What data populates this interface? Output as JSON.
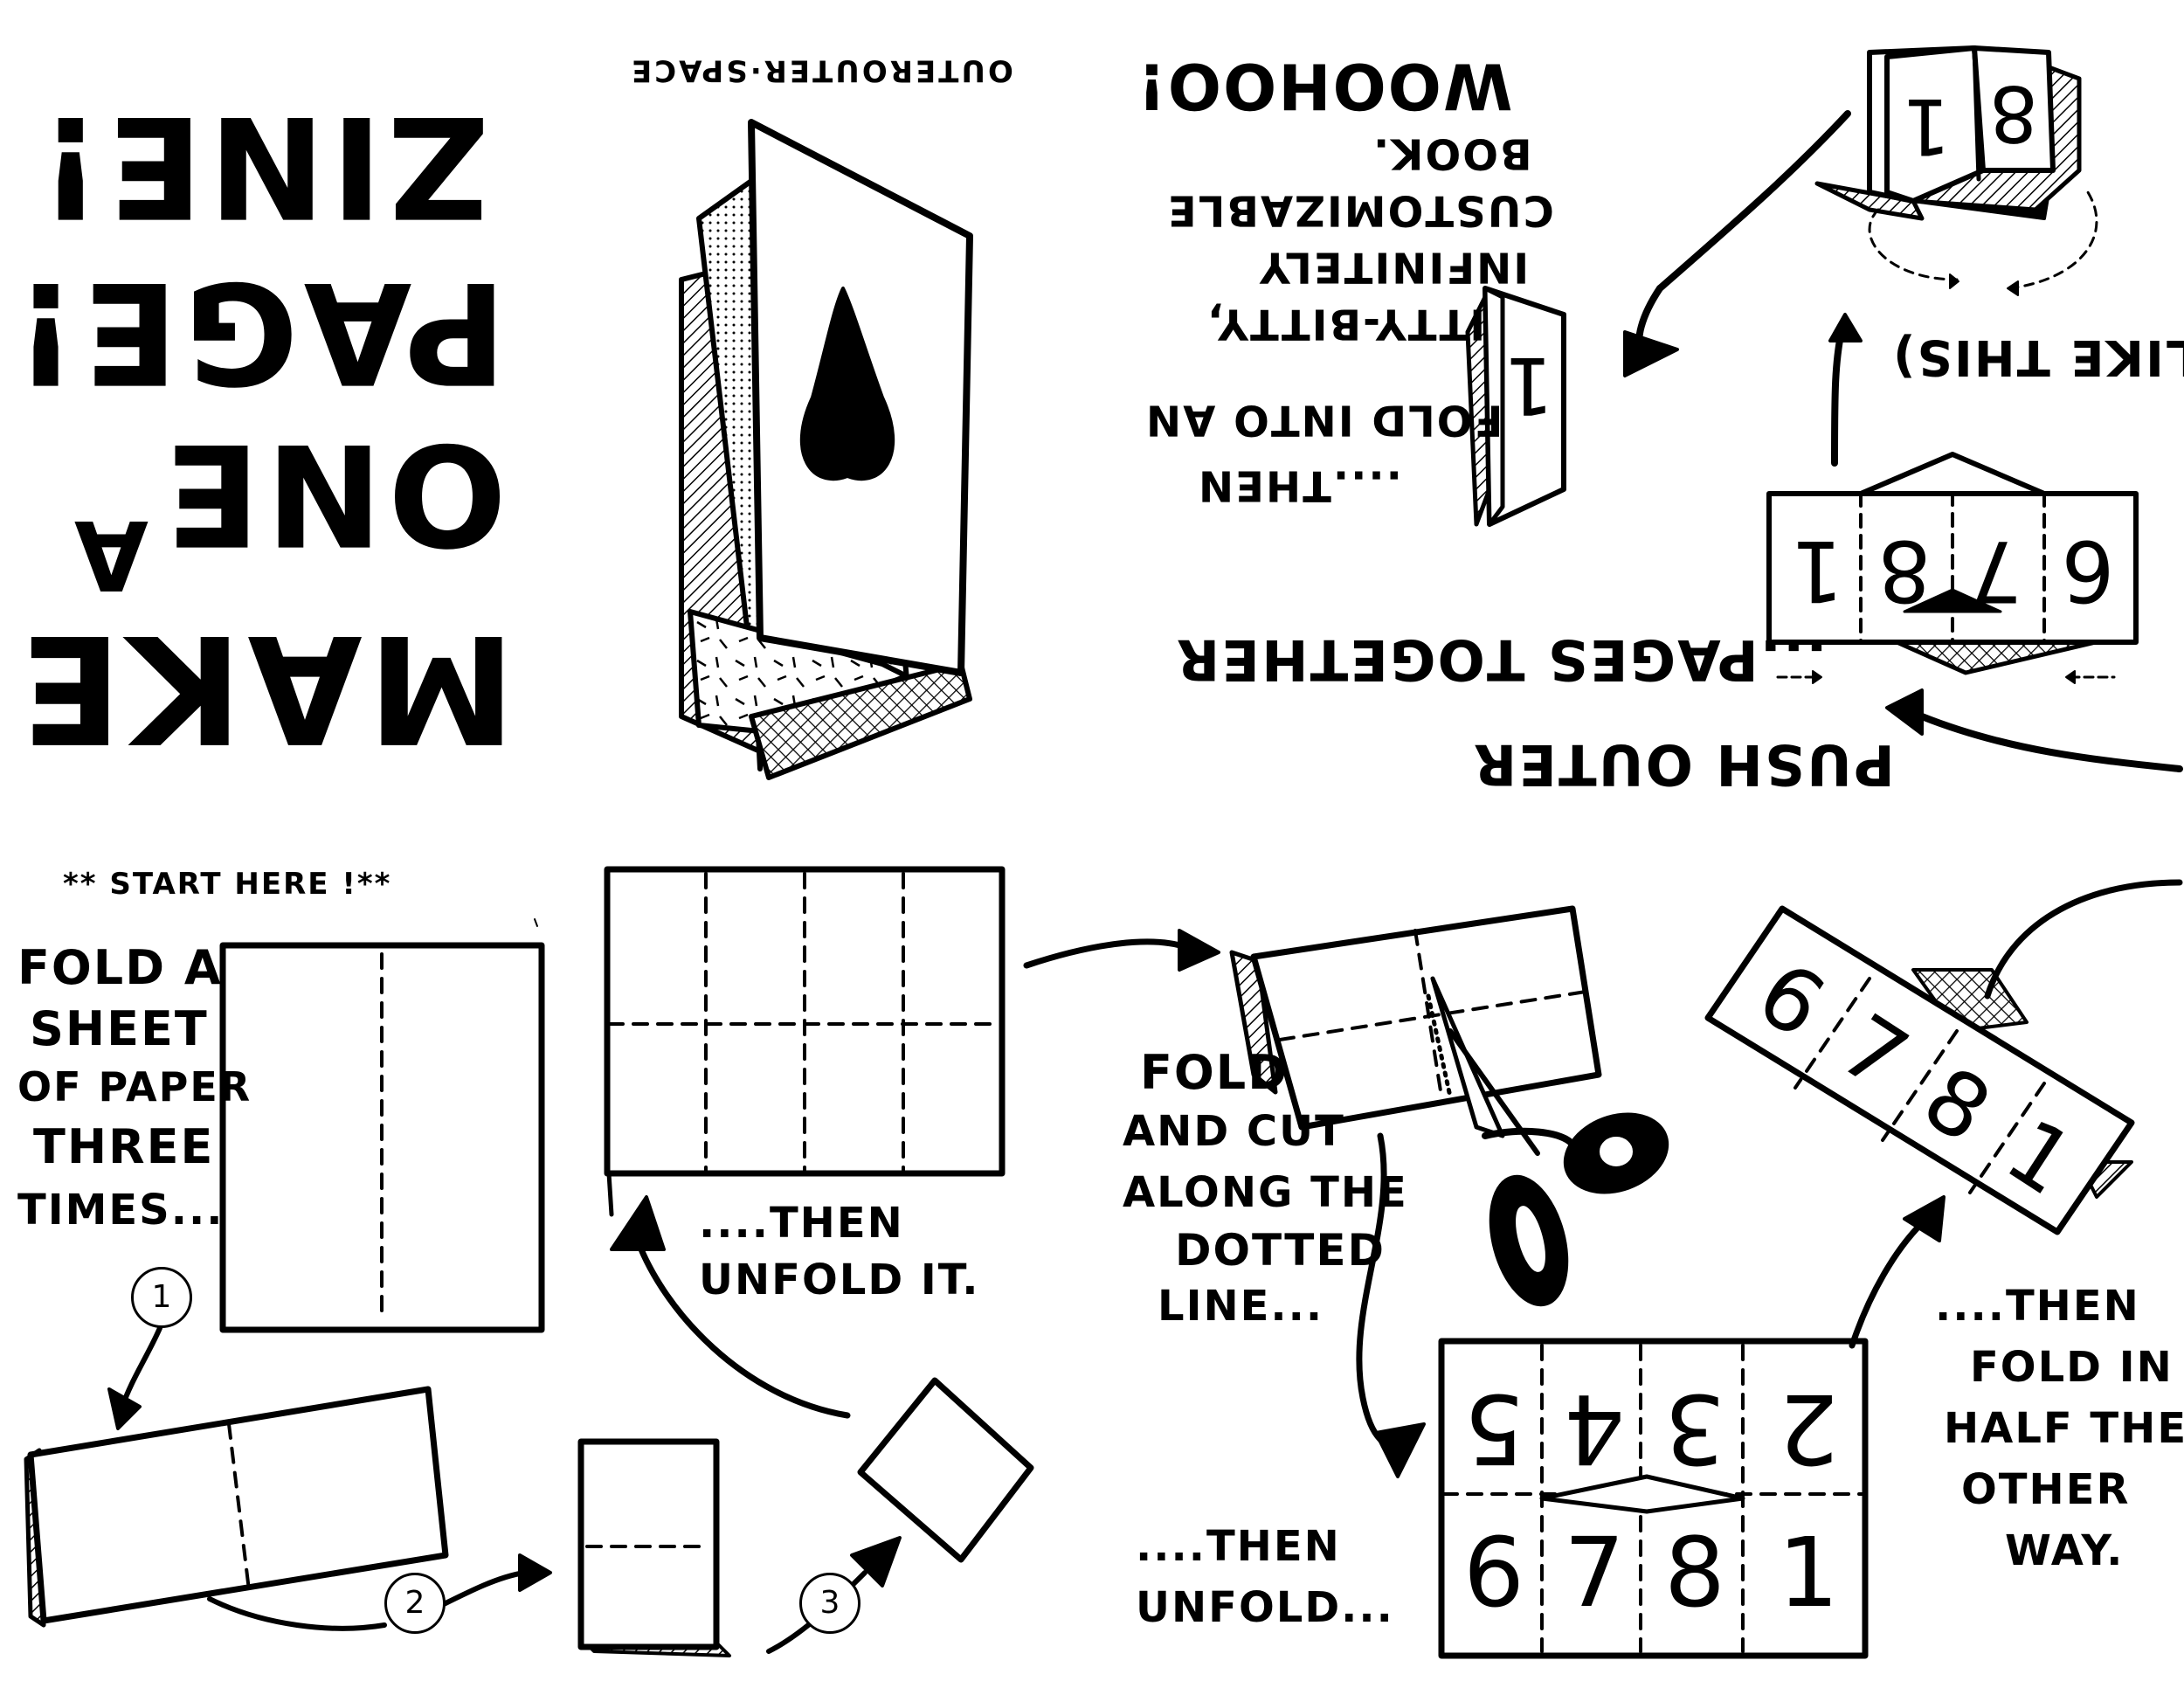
{
  "title": {
    "line1": "MAKE",
    "line2": "A",
    "line3": "ONE",
    "line4": "PAGE!",
    "line5": "ZINE!"
  },
  "brand": "OUTEROUTER·SPACE",
  "top_right": {
    "woohoo": "WOOHOO!",
    "book_line1": "BOOK.",
    "book_line2": "CUSTOMIZABLE",
    "book_line3": "INFINITELY",
    "book_line4": "ITTY-BITTY,",
    "fold_into": "FOLD INTO AN",
    "then": "....THEN",
    "like_this": "(LIKE THIS)",
    "push_line1": "...PAGES TOGETHER",
    "push_line2": "PUSH OUTER"
  },
  "steps": {
    "start_here": "** START HERE !**",
    "fold_sheet": [
      "FOLD A",
      "SHEET",
      "OF PAPER",
      "THREE",
      "TIMES..."
    ],
    "step1": "1",
    "step2": "2",
    "step3": "3",
    "then_unfold_it": [
      "....THEN",
      "UNFOLD IT."
    ],
    "fold_and_cut": [
      "FOLD",
      "AND CUT",
      "ALONG THE",
      "DOTTED",
      "LINE..."
    ],
    "then_unfold": [
      "....THEN",
      "UNFOLD..."
    ],
    "then_fold_half": [
      "....THEN",
      "FOLD IN",
      "HALF THE",
      "OTHER",
      "WAY."
    ]
  },
  "page_numbers": {
    "strip": [
      "6",
      "7",
      "8",
      "1"
    ],
    "top_row": [
      "2",
      "3",
      "4",
      "5"
    ],
    "bottom_row": [
      "6",
      "7",
      "8",
      "1"
    ],
    "book_spread": [
      "8",
      "1"
    ],
    "booklet": "1"
  }
}
